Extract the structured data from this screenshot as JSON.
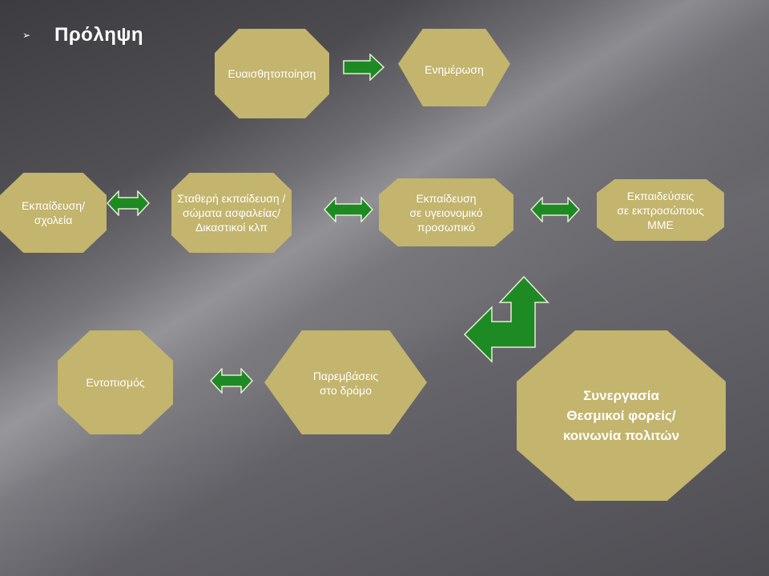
{
  "slide": {
    "title": "Πρόληψη",
    "bullet": "➢"
  },
  "nodes": {
    "awareness": "Ευαισθητοποίηση",
    "information": "Ενημέρωση",
    "school_education": "Εκπαίδευση/\nσχολεία",
    "continuous_training": "Σταθερή εκπαίδευση /\nσώματα ασφαλείας/\nΔικαστικοί κλπ",
    "health_staff_training": "Εκπαίδευση\nσε υγειονομικό\nπροσωπικό",
    "media_training": "Εκπαιδεύσεις\nσε εκπροσώπους\nΜΜΕ",
    "detection": "Εντοπισμός",
    "street_interventions": "Παρεμβάσεις\nστο δρόμο",
    "cooperation": "Συνεργασία\nΘεσμικοί φορείς/\nκοινωνία πολιτών"
  },
  "colors": {
    "octagon_fill": "#c3b46e",
    "arrow_fill": "#1e8a23",
    "arrow_stroke": "#e8ecd8",
    "text": "#ffffff"
  }
}
